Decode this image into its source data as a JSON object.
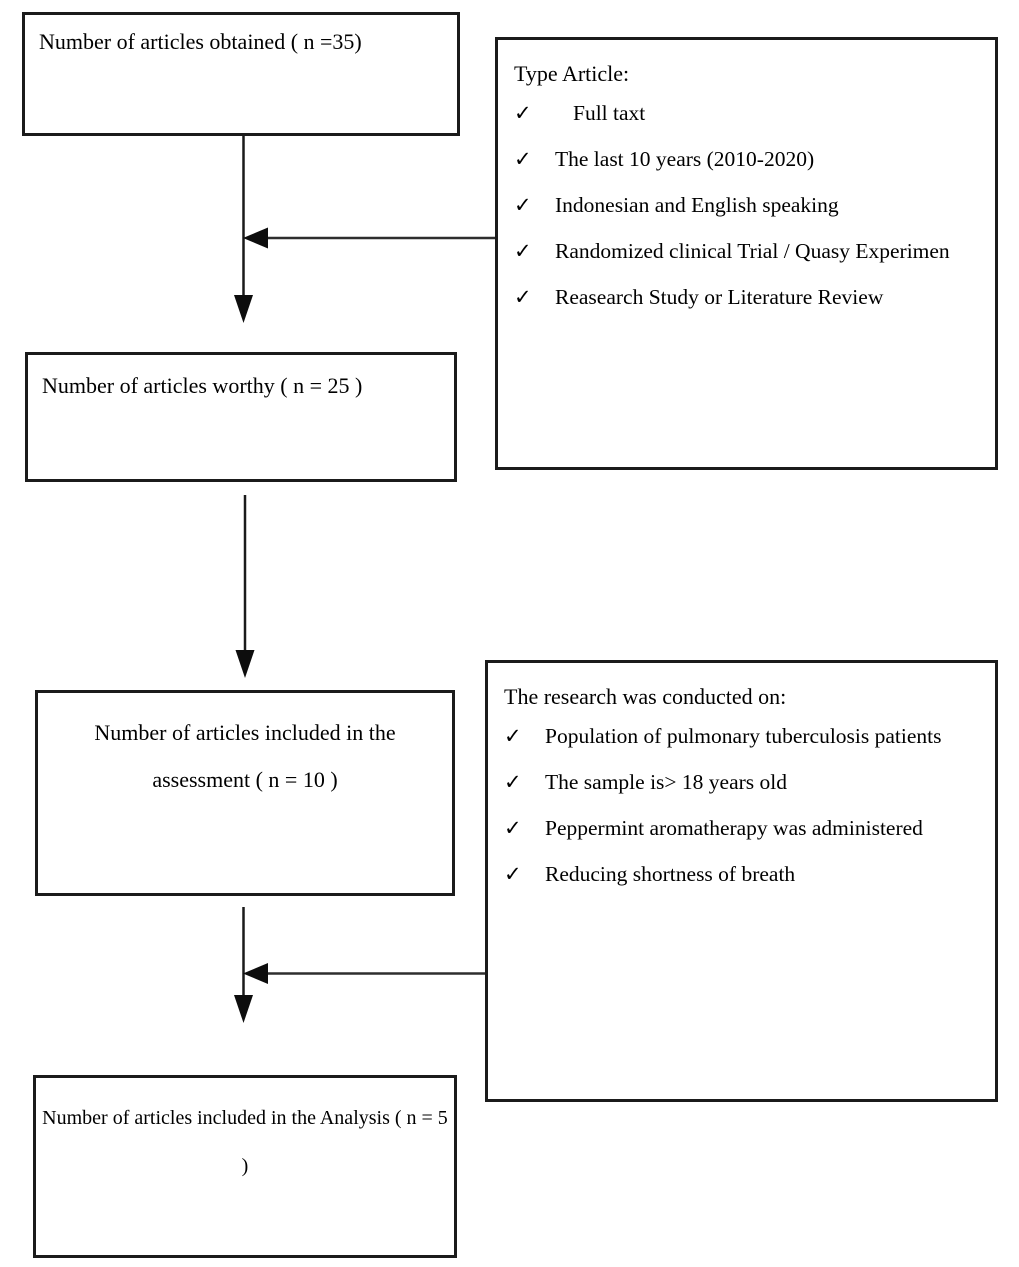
{
  "boxes": {
    "obtained": {
      "label": "Number of articles obtained ( n =35)"
    },
    "worthy": {
      "label": "Number of articles worthy ( n = 25 )"
    },
    "assessment": {
      "label": "Number of articles included in the assessment ( n = 10 )"
    },
    "analysis": {
      "label": "Number of articles included in the Analysis ( n = 5 )"
    }
  },
  "criteria_type_article": {
    "title": "Type Article:",
    "items": [
      "Full taxt",
      "The last 10 years (2010-2020)",
      "Indonesian and English speaking",
      "Randomized clinical Trial / Quasy Experimen",
      "Reasearch Study or Literature Review"
    ]
  },
  "criteria_research": {
    "title": "The research was conducted on:",
    "items": [
      "Population of pulmonary tuberculosis patients",
      "The sample is> 18 years old",
      "Peppermint aromatherapy was administered",
      "Reducing shortness of breath"
    ]
  },
  "icons": {
    "check": "✓"
  },
  "colors": {
    "background": "#ffffff",
    "box_border": "#1b1b1b",
    "arrow": "#1a1a1a",
    "text": "#000000"
  }
}
